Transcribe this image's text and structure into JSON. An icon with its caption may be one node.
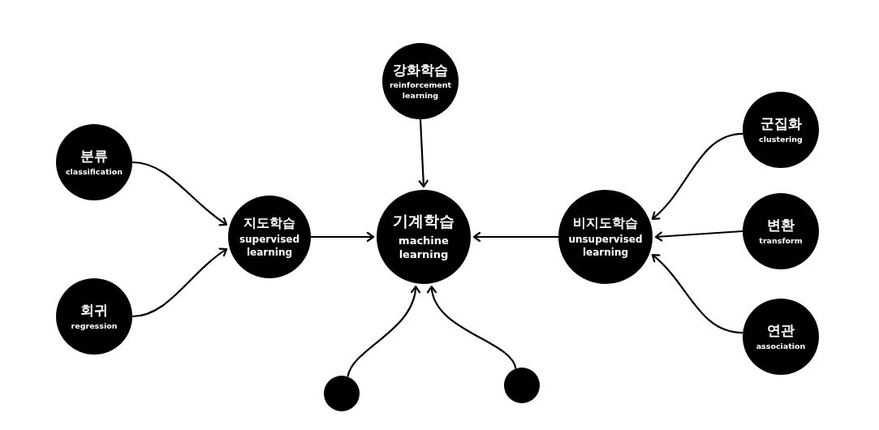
{
  "diagram": {
    "nodes": [
      {
        "text": [
          "강화학습",
          "reinforcement learning"
        ]
      },
      {
        "text": [
          "분류",
          "classification"
        ]
      },
      {
        "text": [
          "군집화",
          "clustering"
        ]
      },
      {
        "text": [
          "지도학습",
          "supervised learning"
        ]
      },
      {
        "text": [
          "기계학습",
          "machine learning"
        ]
      },
      {
        "text": [
          "비지도학습",
          "unsupervised learning"
        ]
      },
      {
        "text": [
          "변환",
          "transform"
        ]
      },
      {
        "text": [
          "회귀",
          "regression"
        ]
      },
      {
        "text": [
          "연관",
          "association"
        ]
      },
      {
        "text": [],
        "shape": "circle"
      },
      {
        "text": [],
        "shape": "circle"
      }
    ],
    "edges": [
      {
        "from": 0,
        "to": 4,
        "arrow": "to"
      },
      {
        "from": 1,
        "to": 3,
        "arrow": "to"
      },
      {
        "from": 7,
        "to": 3,
        "arrow": "to"
      },
      {
        "from": 3,
        "to": 4,
        "arrow": "to"
      },
      {
        "from": 5,
        "to": 4,
        "arrow": "to"
      },
      {
        "from": 2,
        "to": 5,
        "arrow": "to"
      },
      {
        "from": 6,
        "to": 5,
        "arrow": "to"
      },
      {
        "from": 8,
        "to": 5,
        "arrow": "to"
      },
      {
        "from": 9,
        "to": 4,
        "arrow": "to"
      },
      {
        "from": 10,
        "to": 4,
        "arrow": "to"
      }
    ]
  }
}
